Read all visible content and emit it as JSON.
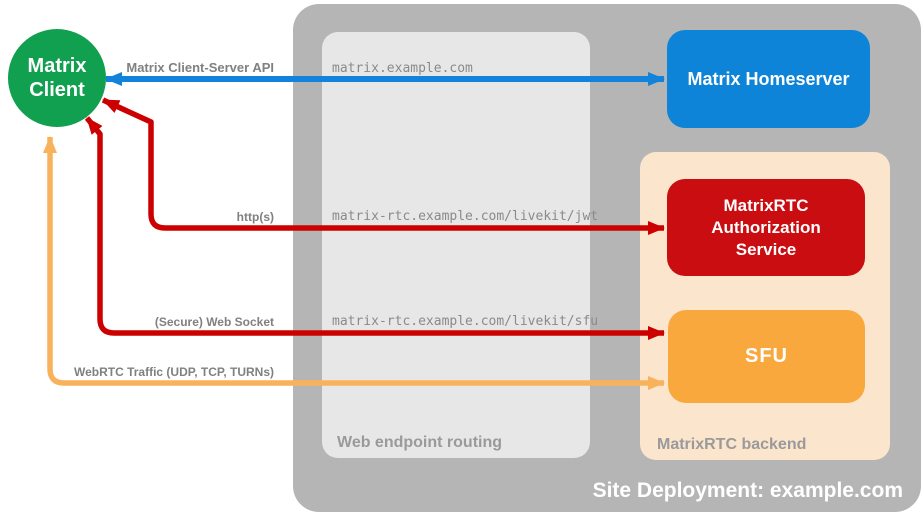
{
  "diagram": {
    "nodes": {
      "client": {
        "label": "Matrix Client",
        "color": "#11a04f"
      },
      "homeserver": {
        "label": "Matrix Homeserver",
        "color": "#0d84d8"
      },
      "auth": {
        "label": "MatrixRTC Authorization Service",
        "color": "#c90d10"
      },
      "sfu": {
        "label": "SFU",
        "color": "#f9a83e"
      }
    },
    "containers": {
      "site": {
        "label": "Site Deployment: example.com",
        "color": "#b5b5b5"
      },
      "routing": {
        "label": "Web endpoint routing",
        "color": "#e7e7e7"
      },
      "backend": {
        "label": "MatrixRTC backend",
        "color": "#fce5cd"
      }
    },
    "endpoints": [
      "matrix.example.com",
      "matrix-rtc.example.com/livekit/jwt",
      "matrix-rtc.example.com/livekit/sfu"
    ],
    "connections": [
      {
        "label": "Matrix Client-Server API",
        "from": "Matrix Client",
        "to": "Matrix Homeserver",
        "color": "#1283da",
        "bidirectional": true
      },
      {
        "label": "http(s)",
        "from": "Matrix Client",
        "to": "MatrixRTC Authorization Service",
        "color": "#cc0000",
        "bidirectional": true
      },
      {
        "label": "(Secure) Web Socket",
        "from": "Matrix Client",
        "to": "SFU",
        "color": "#cc0000",
        "bidirectional": true
      },
      {
        "label": "WebRTC Traffic (UDP, TCP, TURNs)",
        "from": "Matrix Client",
        "to": "SFU",
        "color": "#f8b25c",
        "bidirectional": true
      }
    ]
  }
}
